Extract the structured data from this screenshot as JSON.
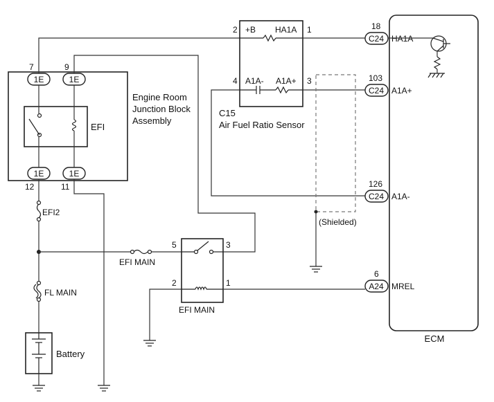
{
  "ecm": {
    "label": "ECM"
  },
  "junction_block": {
    "title_line1": "Engine Room",
    "title_line2": "Junction Block",
    "title_line3": "Assembly",
    "relay_label": "EFI",
    "pins": {
      "top_left": "7",
      "top_right": "9",
      "bottom_left": "12",
      "bottom_right": "11"
    },
    "connector": "1E"
  },
  "sensor": {
    "id": "C15",
    "name": "Air Fuel Ratio Sensor",
    "terminals": {
      "pb": "+B",
      "ha1a": "HA1A",
      "a1am": "A1A-",
      "a1ap": "A1A+"
    },
    "pins": {
      "p2": "2",
      "p1": "1",
      "p4": "4",
      "p3": "3"
    }
  },
  "ecm_terminals": [
    {
      "pin": "18",
      "connector": "C24",
      "name": "HA1A"
    },
    {
      "pin": "103",
      "connector": "C24",
      "name": "A1A+"
    },
    {
      "pin": "126",
      "connector": "C24",
      "name": "A1A-"
    },
    {
      "pin": "6",
      "connector": "A24",
      "name": "MREL"
    }
  ],
  "shield_label": "(Shielded)",
  "efi_main_relay": {
    "label": "EFI MAIN",
    "pins": {
      "p5": "5",
      "p3": "3",
      "p2": "2",
      "p1": "1"
    }
  },
  "fuses": {
    "efi2": "EFI2",
    "efi_main": "EFI MAIN",
    "fl_main": "FL MAIN"
  },
  "battery": {
    "label": "Battery"
  }
}
